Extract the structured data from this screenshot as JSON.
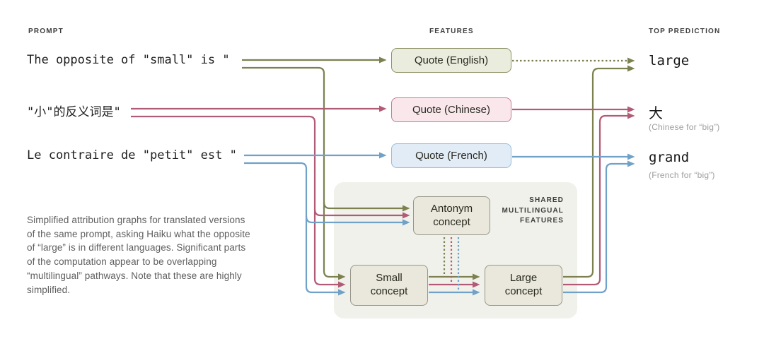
{
  "columns": {
    "prompt": "PROMPT",
    "features": "FEATURES",
    "top_prediction": "TOP PREDICTION"
  },
  "rows": [
    {
      "language": "English",
      "prompt": "The opposite of \"small\" is \"",
      "feature_label": "Quote (English)",
      "prediction": "large",
      "prediction_note": "",
      "line_color": "#7d814f",
      "box_fill": "#eaeddd",
      "box_border": "#8d9163"
    },
    {
      "language": "Chinese",
      "prompt": "\"小\"的反义词是\"",
      "feature_label": "Quote (Chinese)",
      "prediction": "大",
      "prediction_note": "(Chinese for “big”)",
      "line_color": "#b25b76",
      "box_fill": "#f9e7ec",
      "box_border": "#c07d92"
    },
    {
      "language": "French",
      "prompt": "Le contraire de \"petit\" est \"",
      "feature_label": "Quote (French)",
      "prediction": "grand",
      "prediction_note": "(French for “big”)",
      "line_color": "#6fa1c9",
      "box_fill": "#e2ecf7",
      "box_border": "#97bcdb"
    }
  ],
  "shared_features": {
    "label": "SHARED MULTILINGUAL FEATURES",
    "label_lines": [
      "SHARED",
      "MULTILINGUAL",
      "FEATURES"
    ],
    "background_color": "#f0f1ea",
    "concept_box_fill": "#eae8dc",
    "concept_box_border": "#98968a",
    "concepts": [
      {
        "line1": "Antonym",
        "line2": "concept"
      },
      {
        "line1": "Small",
        "line2": "concept"
      },
      {
        "line1": "Large",
        "line2": "concept"
      }
    ]
  },
  "caption": "Simplified attribution graphs for translated versions of the same prompt, asking Haiku what the opposite of “large” is in different languages. Significant parts of the computation appear to be overlapping “multilingual” pathways. Note that these are highly simplified."
}
